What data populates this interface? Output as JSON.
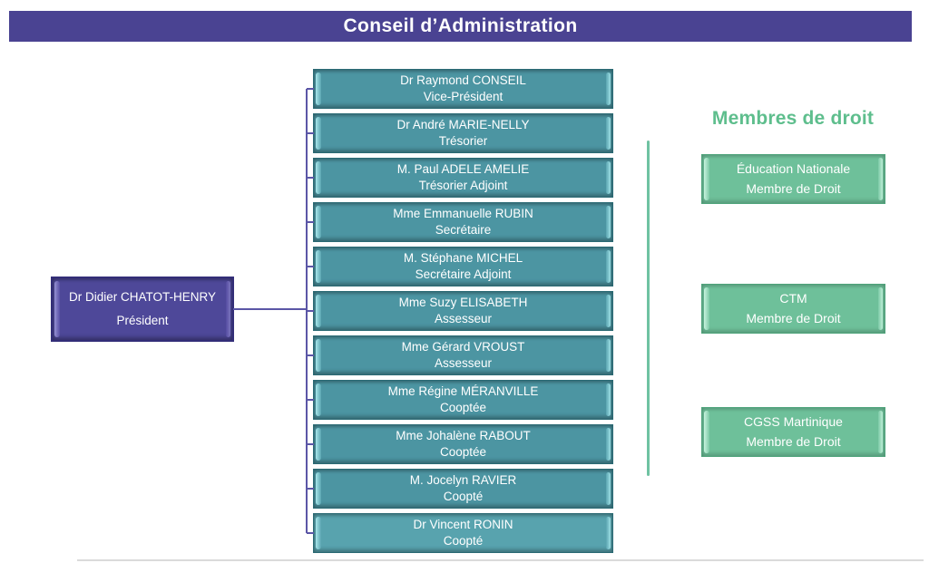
{
  "header": {
    "title": "Conseil d’Administration"
  },
  "president": {
    "name": "Dr Didier CHATOT-HENRY",
    "role": "Président"
  },
  "board_members": [
    {
      "name": "Dr Raymond CONSEIL",
      "role": "Vice-Président"
    },
    {
      "name": "Dr André MARIE-NELLY",
      "role": "Trésorier"
    },
    {
      "name": "M. Paul ADELE AMELIE",
      "role": "Trésorier Adjoint"
    },
    {
      "name": "Mme Emmanuelle RUBIN",
      "role": "Secrétaire"
    },
    {
      "name": "M. Stéphane MICHEL",
      "role": "Secrétaire Adjoint"
    },
    {
      "name": "Mme Suzy ELISABETH",
      "role": "Assesseur"
    },
    {
      "name": "Mme Gérard VROUST",
      "role": "Assesseur"
    },
    {
      "name": "Mme Régine MÉRANVILLE",
      "role": "Cooptée"
    },
    {
      "name": "Mme Johalène RABOUT",
      "role": "Cooptée"
    },
    {
      "name": "M. Jocelyn RAVIER",
      "role": "Coopté"
    },
    {
      "name": "Dr Vincent RONIN",
      "role": "Coopté"
    }
  ],
  "members_of_right": {
    "heading": "Membres de droit",
    "boxes": [
      {
        "name": "Éducation Nationale",
        "role": "Membre de Droit"
      },
      {
        "name": "CTM",
        "role": "Membre de Droit"
      },
      {
        "name": "CGSS Martinique",
        "role": "Membre de Droit"
      }
    ]
  },
  "colors": {
    "header_purple": "#4a4392",
    "president_purple": "#4e4899",
    "member_teal": "#4c95a2",
    "member_teal_light_last": "#58a3ae",
    "right_green": "#6ec09a",
    "heading_green": "#5ebe8d",
    "connector_purple": "#5b56a6",
    "separator_green": "#6fc2a2"
  }
}
